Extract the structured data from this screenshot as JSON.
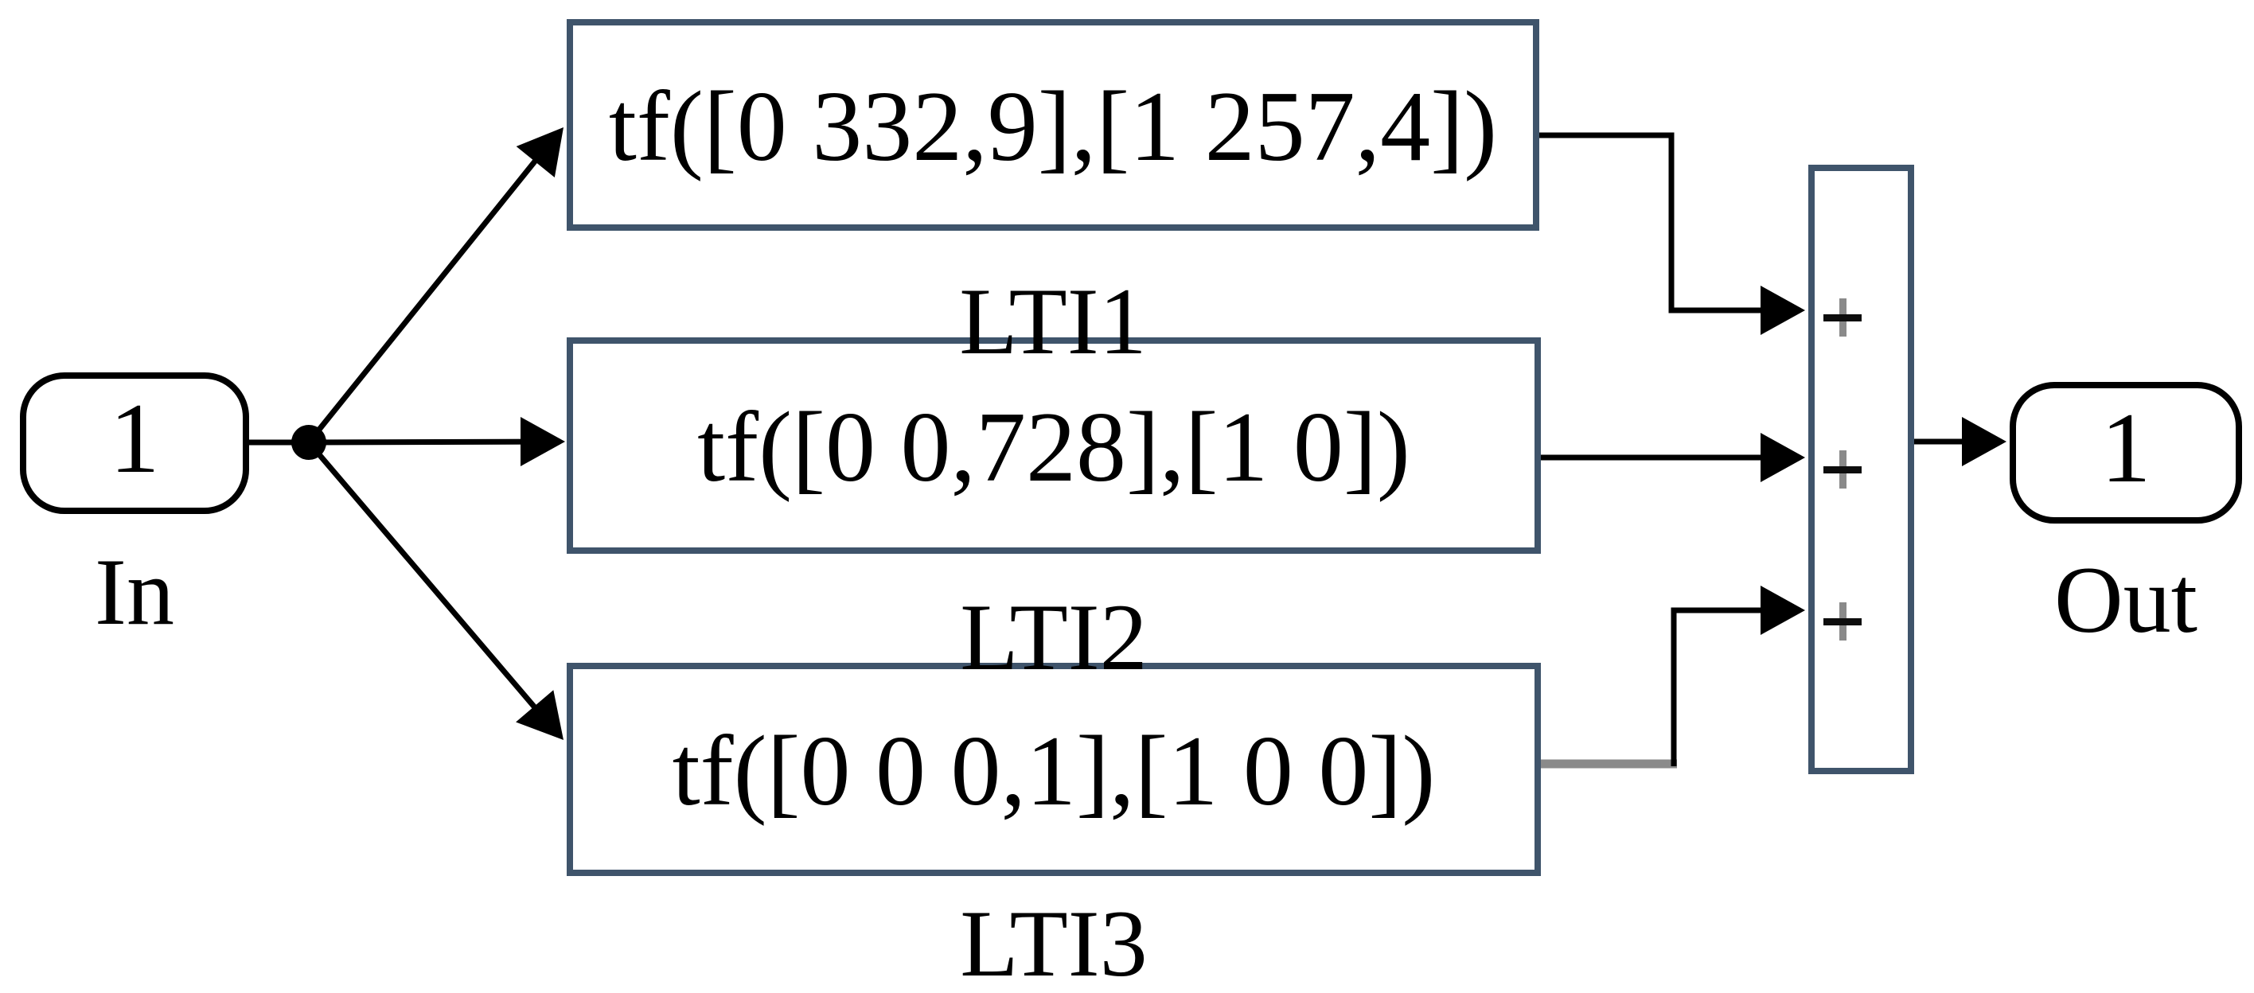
{
  "diagram": {
    "kind": "simulink-block-diagram",
    "input_port": {
      "number": "1",
      "label": "In"
    },
    "output_port": {
      "number": "1",
      "label": "Out"
    },
    "tf_blocks": [
      {
        "name": "LTI1",
        "expression": "tf([0 332,9],[1 257,4])"
      },
      {
        "name": "LTI2",
        "expression": "tf([0 0,728],[1 0])"
      },
      {
        "name": "LTI3",
        "expression": "tf([0 0 0,1],[1 0 0])"
      }
    ],
    "sum_block": {
      "signs": [
        "+",
        "+",
        "+"
      ]
    },
    "colors": {
      "block_border": "#3f546b",
      "wire": "#000000",
      "wire_gray": "#8a8a8a",
      "plus_horizontal": "#0d0d0d",
      "plus_vertical": "#8a8a8a",
      "background": "#ffffff",
      "text": "#000000"
    }
  }
}
